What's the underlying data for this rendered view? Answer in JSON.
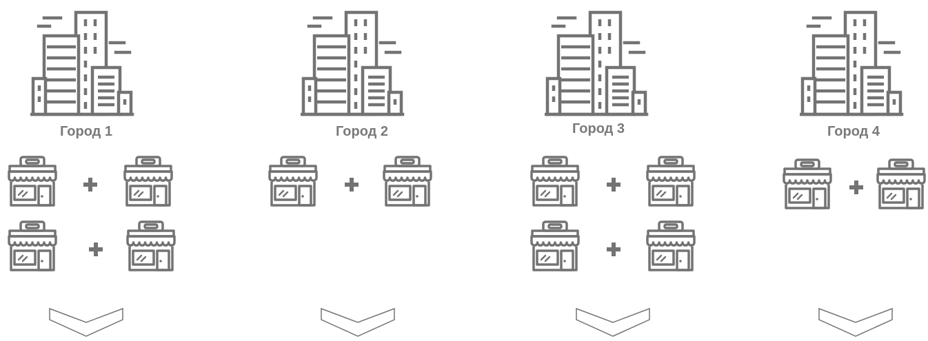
{
  "colors": {
    "icon": "#737373",
    "text": "#7a7a7a",
    "background": "#ffffff"
  },
  "icons": {
    "city": "city-buildings-icon",
    "store": "storefront-icon",
    "plus": "plus-icon",
    "arrow": "chevron-down-icon"
  },
  "cities": [
    {
      "name": "Город 1",
      "stores": 4
    },
    {
      "name": "Город 2",
      "stores": 2
    },
    {
      "name": "Город 3",
      "stores": 4
    },
    {
      "name": "Город 4",
      "stores": 2
    }
  ]
}
